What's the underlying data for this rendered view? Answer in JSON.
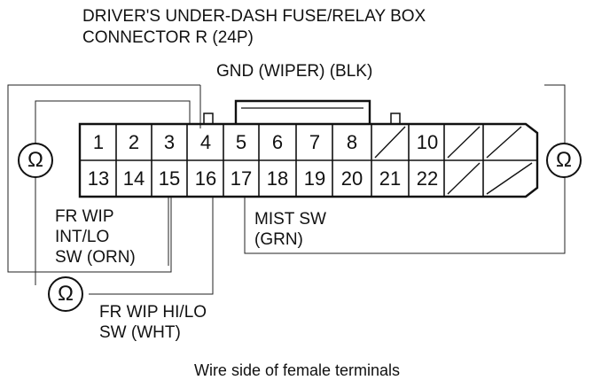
{
  "title": {
    "line1": "DRIVER'S UNDER-DASH FUSE/RELAY BOX",
    "line2": "CONNECTOR R (24P)"
  },
  "connector": {
    "top_row": [
      "1",
      "2",
      "3",
      "4",
      "5",
      "6",
      "7",
      "8",
      "",
      "10",
      "",
      ""
    ],
    "bottom_row": [
      "13",
      "14",
      "15",
      "16",
      "17",
      "18",
      "19",
      "20",
      "21",
      "22",
      "",
      ""
    ]
  },
  "labels": {
    "gnd": "GND (WIPER) (BLK)",
    "fr_wip_int_lo": [
      "FR WIP",
      "INT/LO",
      "SW (ORN)"
    ],
    "mist_sw": [
      "MIST SW",
      "(GRN)"
    ],
    "fr_wip_hi_lo": [
      "FR WIP HI/LO",
      "SW (WHT)"
    ]
  },
  "meters": {
    "symbol": "Ω",
    "icon": "ohmmeter-icon"
  },
  "caption": "Wire side of female terminals"
}
